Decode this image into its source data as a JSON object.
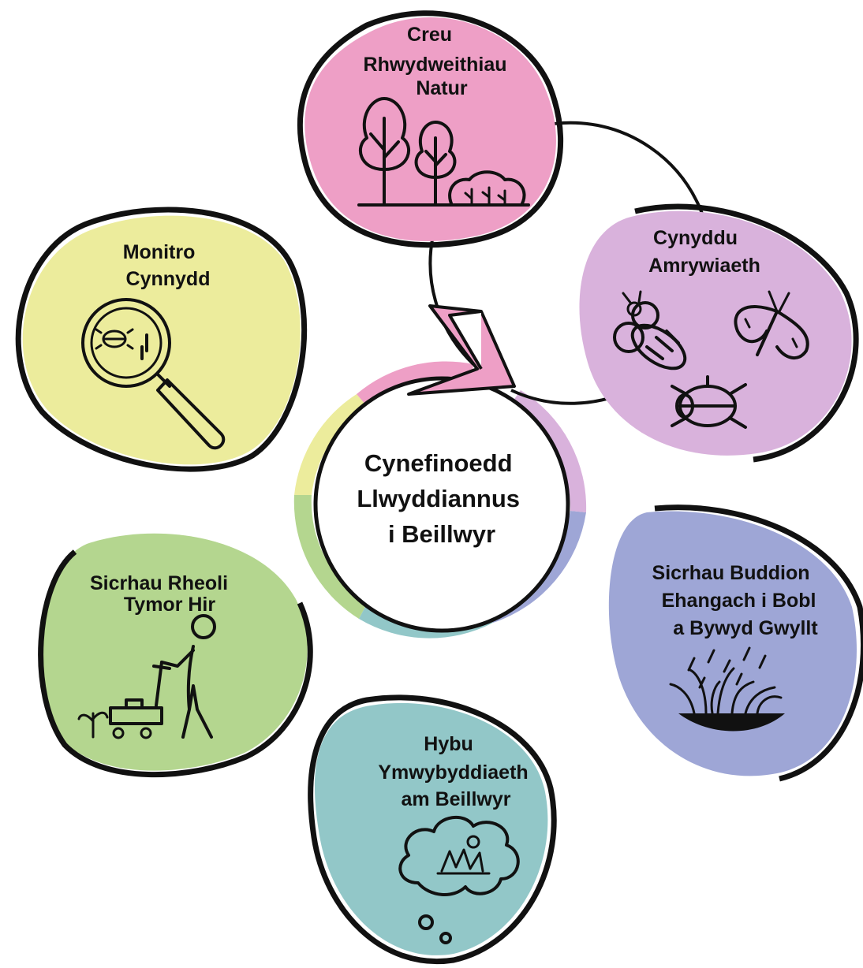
{
  "center": {
    "lines": [
      "Cynefinoedd",
      "Llwyddiannus",
      "i Beillwyr"
    ]
  },
  "topics": {
    "nature_networks": {
      "lines": [
        "Creu",
        "Rhwydweithiau",
        "Natur"
      ],
      "icon": "trees-icon",
      "color": "#ee9fc6"
    },
    "biodiversity": {
      "lines": [
        "Cynyddu",
        "Amrywiaeth"
      ],
      "icon": "insects-icon",
      "color": "#d9b2dc"
    },
    "wider_benefits": {
      "lines": [
        "Sicrhau Buddion",
        "Ehangach i Bobl",
        "a Bywyd Gwyllt"
      ],
      "icon": "grass-rain-icon",
      "color": "#9ea6d6"
    },
    "awareness": {
      "lines": [
        "Hybu",
        "Ymwybyddiaeth",
        "am Beillwyr"
      ],
      "icon": "thought-cloud-icon",
      "color": "#92c7c8"
    },
    "long_term": {
      "lines": [
        "Sicrhau Rheoli",
        "Tymor Hir"
      ],
      "icon": "mower-person-icon",
      "color": "#b4d68f"
    },
    "monitoring": {
      "lines": [
        "Monitro",
        "Cynnydd"
      ],
      "icon": "magnifying-glass-icon",
      "color": "#ecec9c"
    }
  },
  "colors": {
    "outline": "#111111",
    "arrow_pink": "#ee9fc6",
    "ring_yellow": "#ecec9c",
    "ring_green": "#b4d68f",
    "ring_teal": "#92c7c8",
    "ring_blue": "#9ea6d6",
    "ring_purple": "#d9b2dc"
  }
}
